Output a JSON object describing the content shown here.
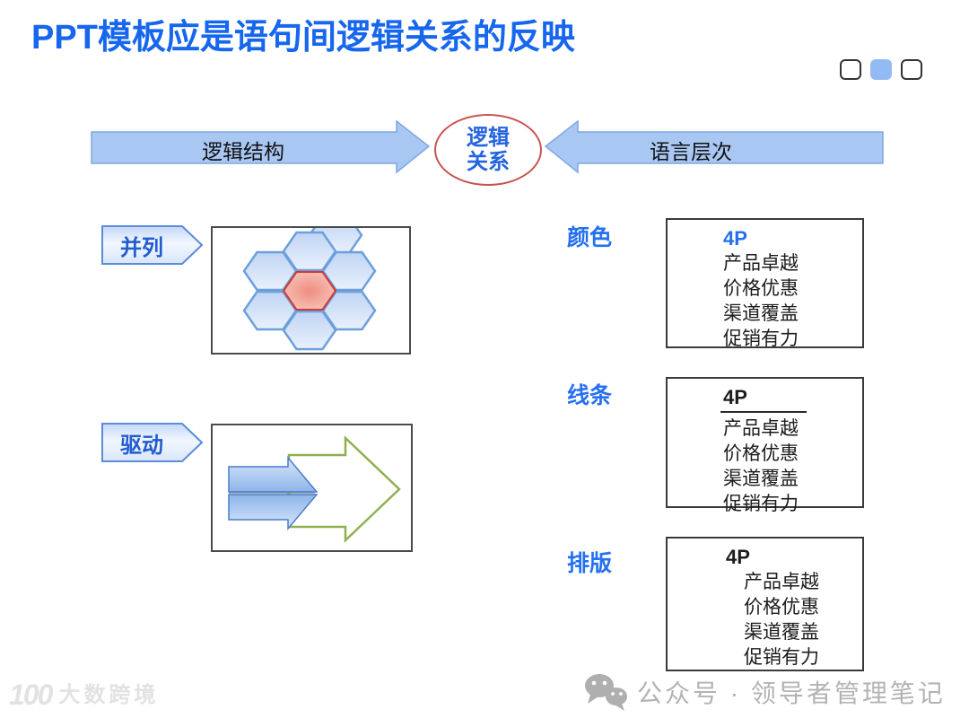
{
  "slide": {
    "title": "PPT模板应是语句间逻辑关系的反映"
  },
  "pager": {
    "items": [
      {
        "state": "inactive"
      },
      {
        "state": "active"
      },
      {
        "state": "inactive"
      }
    ],
    "active_color": "#94baf3"
  },
  "flow": {
    "left_arrow_label": "逻辑结构",
    "center_ellipse_label": "逻辑\n关系",
    "right_arrow_label": "语言层次"
  },
  "structure_column": {
    "sections": [
      {
        "label": "并列",
        "diagram": "hexagon-cluster-icon"
      },
      {
        "label": "驱动",
        "diagram": "driver-arrow-icon"
      }
    ]
  },
  "language_column": {
    "sections": [
      {
        "label": "颜色",
        "heading": "4P",
        "heading_emphasis": "blue-color",
        "items": [
          "产品卓越",
          "价格优惠",
          "渠道覆盖",
          "促销有力"
        ]
      },
      {
        "label": "线条",
        "heading": "4P",
        "heading_emphasis": "underline",
        "items": [
          "产品卓越",
          "价格优惠",
          "渠道覆盖",
          "促销有力"
        ]
      },
      {
        "label": "排版",
        "heading": "4P",
        "heading_emphasis": "indent",
        "items": [
          "产品卓越",
          "价格优惠",
          "渠道覆盖",
          "促销有力"
        ]
      }
    ]
  },
  "watermarks": {
    "left_logo_glyph": "100",
    "left_text": "大数跨境",
    "right_icon": "wechat-icon",
    "right_text": "公众号 · 领导者管理笔记"
  },
  "colors": {
    "title_blue": "#1667ee",
    "label_blue": "#2570f0",
    "flow_arrow_fill": "#a9c7f3",
    "flow_arrow_border": "#7fa8e0",
    "ellipse_border": "#c9534f",
    "ellipse_text": "#2464e0",
    "hexagon_border": "#6ba0dd",
    "center_hexagon_border": "#ce3a30",
    "green_arrow": "#8fb04e",
    "box_border": "#3a3a3a",
    "heading_blue": "#2470e8"
  }
}
